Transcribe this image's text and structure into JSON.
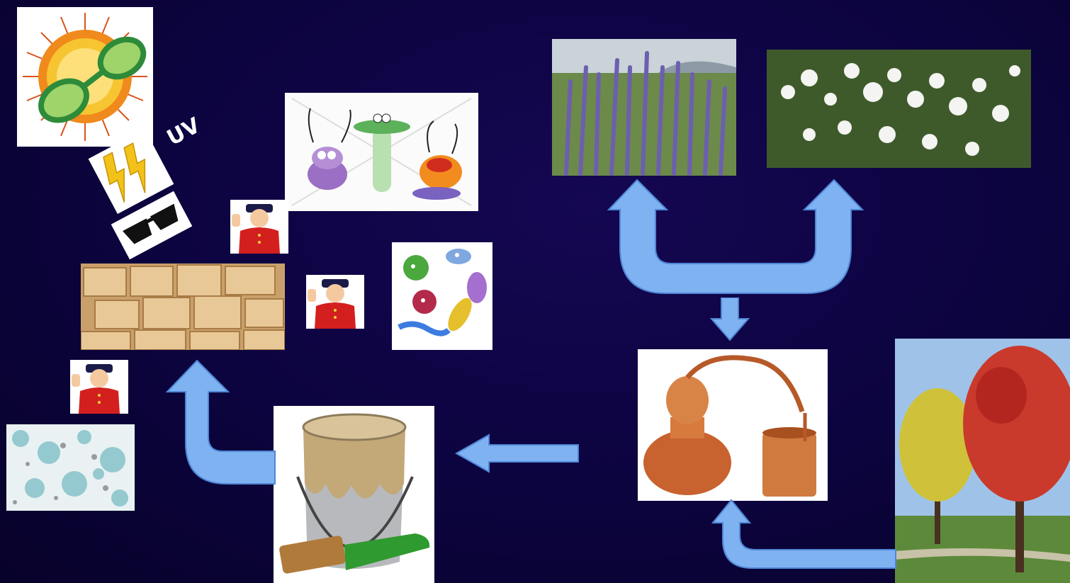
{
  "labels": {
    "uv": "UV"
  },
  "colors": {
    "background": "#0d0442",
    "arrow_fill": "#7fb2f0",
    "arrow_stroke": "#4f86d6"
  },
  "icons": [
    "sun-with-sunglasses-icon",
    "lightning-bolts-icon",
    "sunglasses-icon",
    "cartoon-insects-image",
    "guard-stop-icon",
    "wooden-planks-image",
    "cartoon-germs-image",
    "mold-texture-image",
    "paint-bucket-brush-image",
    "copper-distiller-image",
    "lavender-field-image",
    "white-flowers-image",
    "autumn-trees-image"
  ]
}
